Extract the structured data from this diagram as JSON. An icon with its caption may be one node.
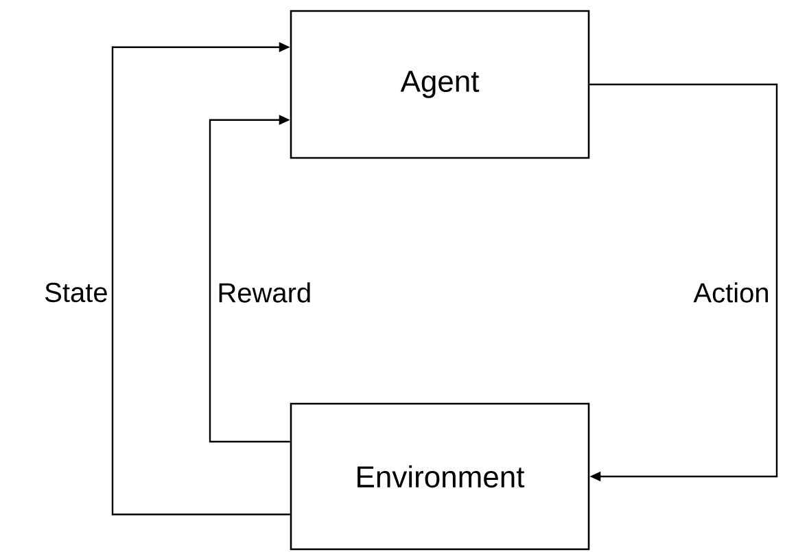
{
  "diagram": {
    "nodes": [
      {
        "text": [
          "Agent"
        ]
      },
      {
        "text": [
          "Environment"
        ]
      }
    ],
    "edges": [
      {
        "from": 1,
        "to": 0,
        "arrow": "to",
        "label": "State"
      },
      {
        "from": 1,
        "to": 0,
        "arrow": "to",
        "label": "Reward"
      },
      {
        "from": 0,
        "to": 1,
        "arrow": "to",
        "label": "Action"
      }
    ]
  }
}
